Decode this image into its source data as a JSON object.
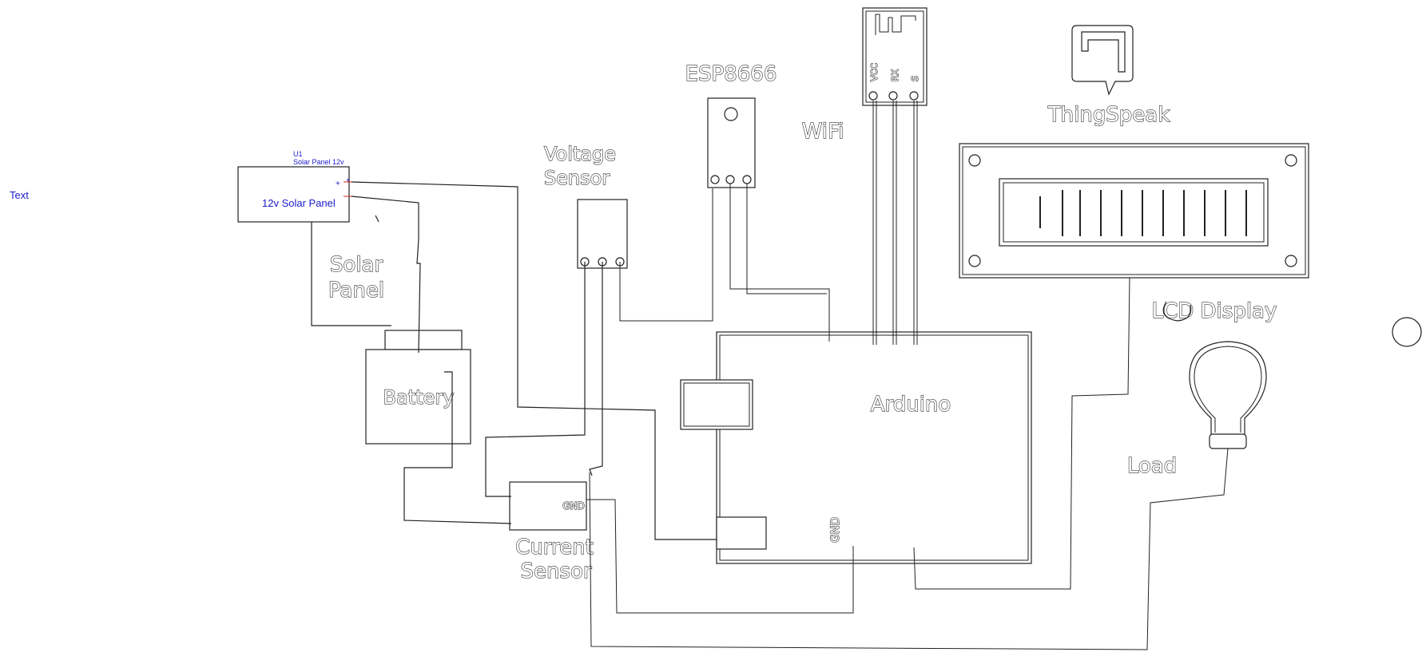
{
  "labels": {
    "side_text": "Text",
    "u1_ref": "U1",
    "u1_value": "Solar Panel 12v",
    "u1_name": "12v Solar Panel",
    "u1_plus_a": "+",
    "u1_plus_b": "+",
    "solar_line1": "Solar",
    "solar_line2": "Panel",
    "battery": "Battery",
    "voltage_line1": "Voltage",
    "voltage_line2": "Sensor",
    "esp": "ESP8666",
    "wifi": "WiFi",
    "wifi_pin_vcc": "VCC",
    "wifi_pin_rx": "RX",
    "wifi_pin_s": "S",
    "thingspeak": "ThingSpeak",
    "lcd": "LCD Display",
    "arduino": "Arduino",
    "arduino_gnd": "GND",
    "current_gnd": "GND",
    "current_line1": "Current",
    "current_line2": "Sensor",
    "load": "Load"
  }
}
